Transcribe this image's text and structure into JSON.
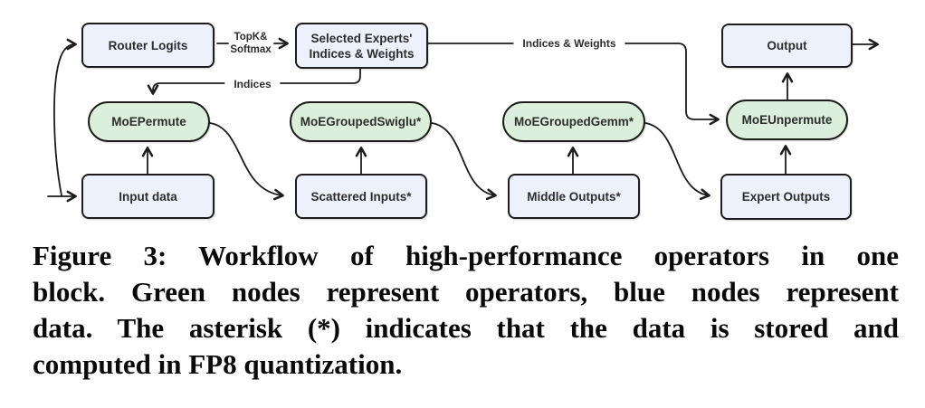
{
  "figure": {
    "nodes": [
      {
        "id": "router-logits",
        "label": "Router Logits",
        "type": "data"
      },
      {
        "id": "selected-experts",
        "label": "Selected Experts' Indices & Weights",
        "type": "data"
      },
      {
        "id": "output",
        "label": "Output",
        "type": "data"
      },
      {
        "id": "moe-permute",
        "label": "MoEPermute",
        "type": "operator"
      },
      {
        "id": "moe-grouped-swiglu",
        "label": "MoEGroupedSwiglu*",
        "type": "operator"
      },
      {
        "id": "moe-grouped-gemm",
        "label": "MoEGroupedGemm*",
        "type": "operator"
      },
      {
        "id": "moe-unpermute",
        "label": "MoEUnpermute",
        "type": "operator"
      },
      {
        "id": "input-data",
        "label": "Input data",
        "type": "data"
      },
      {
        "id": "scattered-inputs",
        "label": "Scattered Inputs*",
        "type": "data"
      },
      {
        "id": "middle-outputs",
        "label": "Middle Outputs*",
        "type": "data"
      },
      {
        "id": "expert-outputs",
        "label": "Expert Outputs",
        "type": "data"
      }
    ],
    "edge_labels": {
      "topk_line1": "TopK&",
      "topk_line2": "Softmax",
      "indices": "Indices",
      "indices_weights": "Indices & Weights"
    },
    "colors": {
      "data_fill": "#ecf1fb",
      "operator_fill": "#dcefdc",
      "border": "#1d1d1d",
      "line": "#1c1c1c"
    }
  },
  "caption": {
    "lines": [
      "Figure 3: Workflow of high-performance operators in one",
      "block. Green nodes represent operators, blue nodes represent",
      "data. The asterisk (*) indicates that the data is stored and",
      "computed in FP8 quantization."
    ]
  }
}
